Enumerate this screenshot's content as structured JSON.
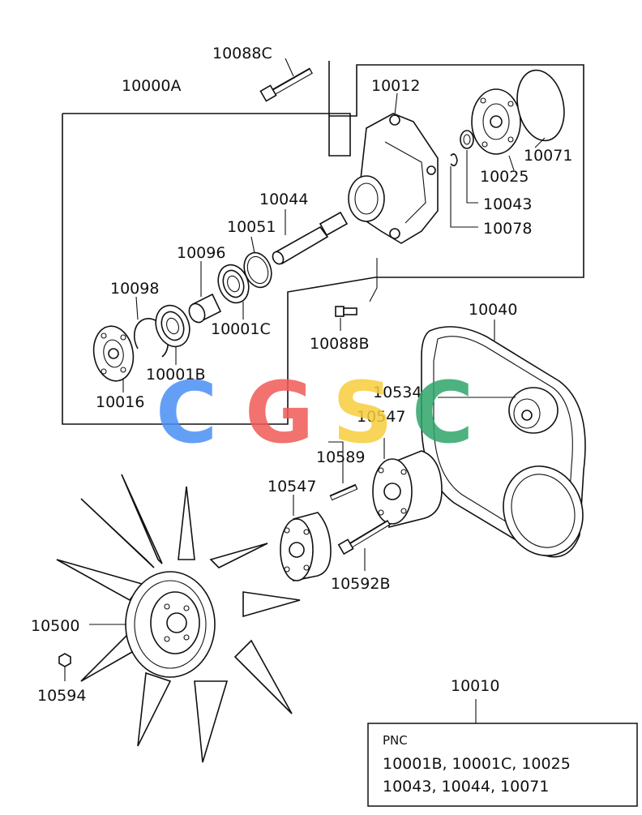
{
  "diagram": {
    "labels": {
      "l10088C": "10088C",
      "l10000A": "10000A",
      "l10012": "10012",
      "l10071": "10071",
      "l10025": "10025",
      "l10043": "10043",
      "l10078": "10078",
      "l10044": "10044",
      "l10051": "10051",
      "l10096": "10096",
      "l10098": "10098",
      "l10001C": "10001C",
      "l10088B": "10088B",
      "l10001B": "10001B",
      "l10016": "10016",
      "l10040": "10040",
      "l10534": "10534",
      "l10547a": "10547",
      "l10589": "10589",
      "l10547b": "10547",
      "l10592B": "10592B",
      "l10500": "10500",
      "l10594": "10594",
      "l10010": "10010"
    },
    "pnc_box": {
      "heading": "PNC",
      "line1": "10001B, 10001C, 10025",
      "line2": "10043, 10044, 10071"
    },
    "watermark": {
      "letters": [
        "C",
        "G",
        "S",
        "C"
      ],
      "colors": [
        "#4a8ff5",
        "#ef5a55",
        "#f7cd3c",
        "#2fa56a"
      ]
    }
  }
}
